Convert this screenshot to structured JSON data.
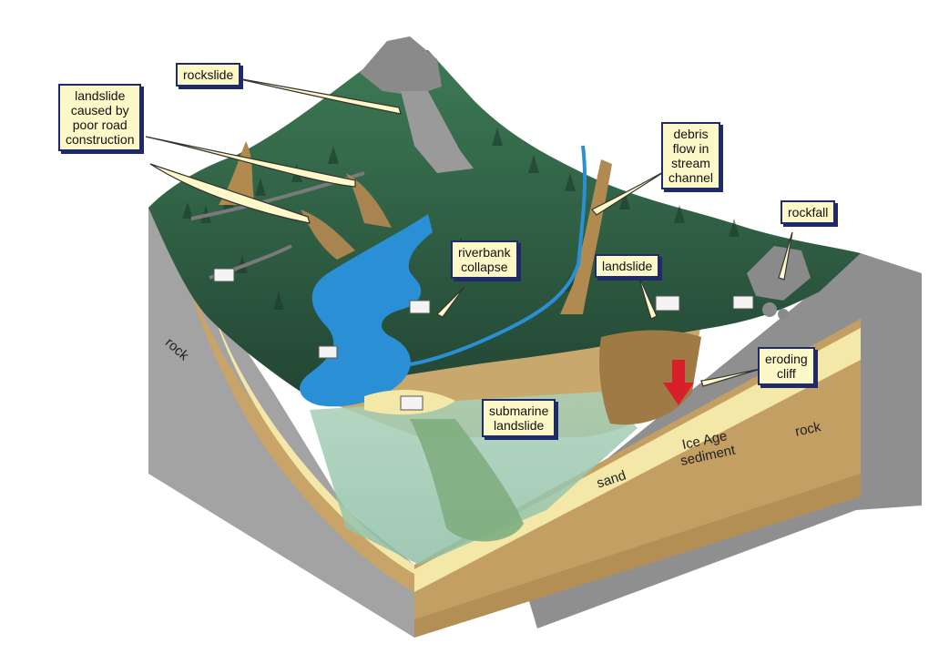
{
  "callouts": {
    "rockslide": [
      "rockslide"
    ],
    "landslide_road": [
      "landslide",
      "caused by",
      "poor road",
      "construction"
    ],
    "debris_flow": [
      "debris",
      "flow in",
      "stream",
      "channel"
    ],
    "rockfall": [
      "rockfall"
    ],
    "riverbank": [
      "riverbank",
      "collapse"
    ],
    "landslide": [
      "landslide"
    ],
    "eroding": [
      "eroding",
      "cliff"
    ],
    "submarine": [
      "submarine",
      "landslide"
    ]
  },
  "labels": {
    "rock_left": "rock",
    "rock_right": "rock",
    "sand": "sand",
    "ice_age": [
      "Ice Age",
      "sediment"
    ]
  },
  "colors": {
    "forest": "#2f5a44",
    "rock": "#9c9c9c",
    "sediment": "#c9a468",
    "sand": "#f6eeb0",
    "river": "#2b8fd6",
    "water": "#9fc7b2",
    "callout_fill": "#fdf8c8",
    "callout_border": "#1f2a6b",
    "arrow": "#d8202a"
  }
}
